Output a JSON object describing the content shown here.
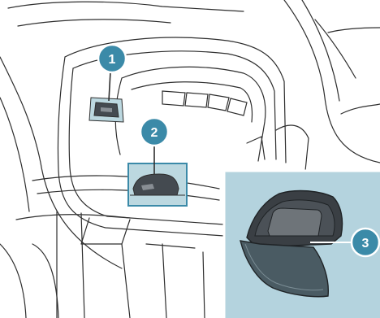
{
  "callouts": [
    {
      "label": "1",
      "target": "upper-switch"
    },
    {
      "label": "2",
      "target": "lower-switch"
    },
    {
      "label": "3",
      "target": "detail-switch-face"
    }
  ],
  "colors": {
    "highlight_fill": "#bcd8e0",
    "callout_fill": "#3b8aa8",
    "line": "#2e2e2e",
    "switch_dark": "#444a50",
    "inset_background": "#b4d3de"
  }
}
